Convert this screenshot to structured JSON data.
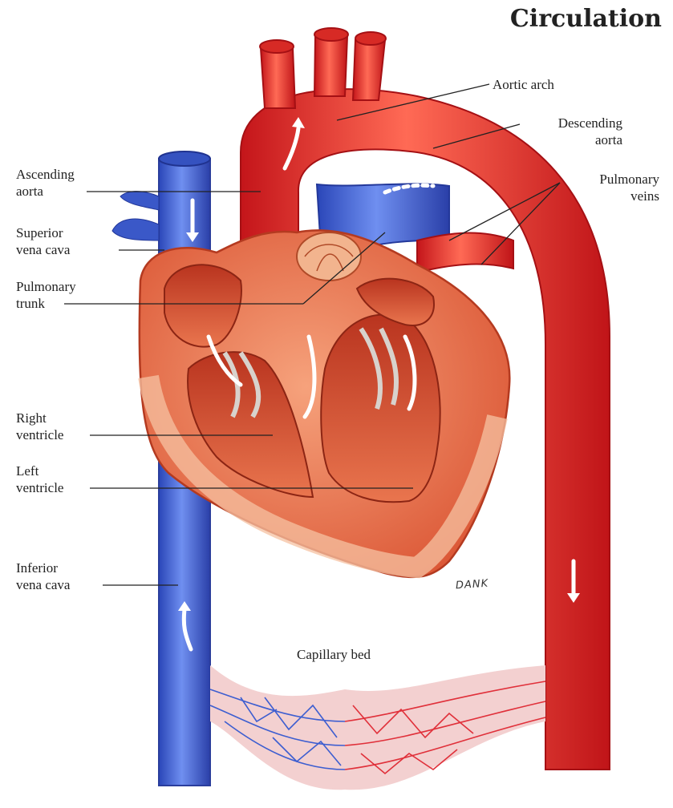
{
  "title": "Circulation",
  "labels": {
    "aortic_arch": "Aortic arch",
    "descending_aorta": [
      "Descending",
      "aorta"
    ],
    "ascending_aorta": [
      "Ascending",
      "aorta"
    ],
    "pulmonary_veins": [
      "Pulmonary",
      "veins"
    ],
    "superior_vena_cava": [
      "Superior",
      "vena cava"
    ],
    "pulmonary_trunk": [
      "Pulmonary",
      "trunk"
    ],
    "right_ventricle": [
      "Right",
      "ventricle"
    ],
    "left_ventricle": [
      "Left",
      "ventricle"
    ],
    "inferior_vena_cava": [
      "Inferior",
      "vena cava"
    ],
    "capillary_bed": "Capillary bed"
  },
  "signature": "DANK",
  "colors": {
    "oxygenated": "#e8322b",
    "deoxygenated": "#3c5fd0",
    "muscle": "#e8795a",
    "muscle_light": "#f3b594"
  }
}
